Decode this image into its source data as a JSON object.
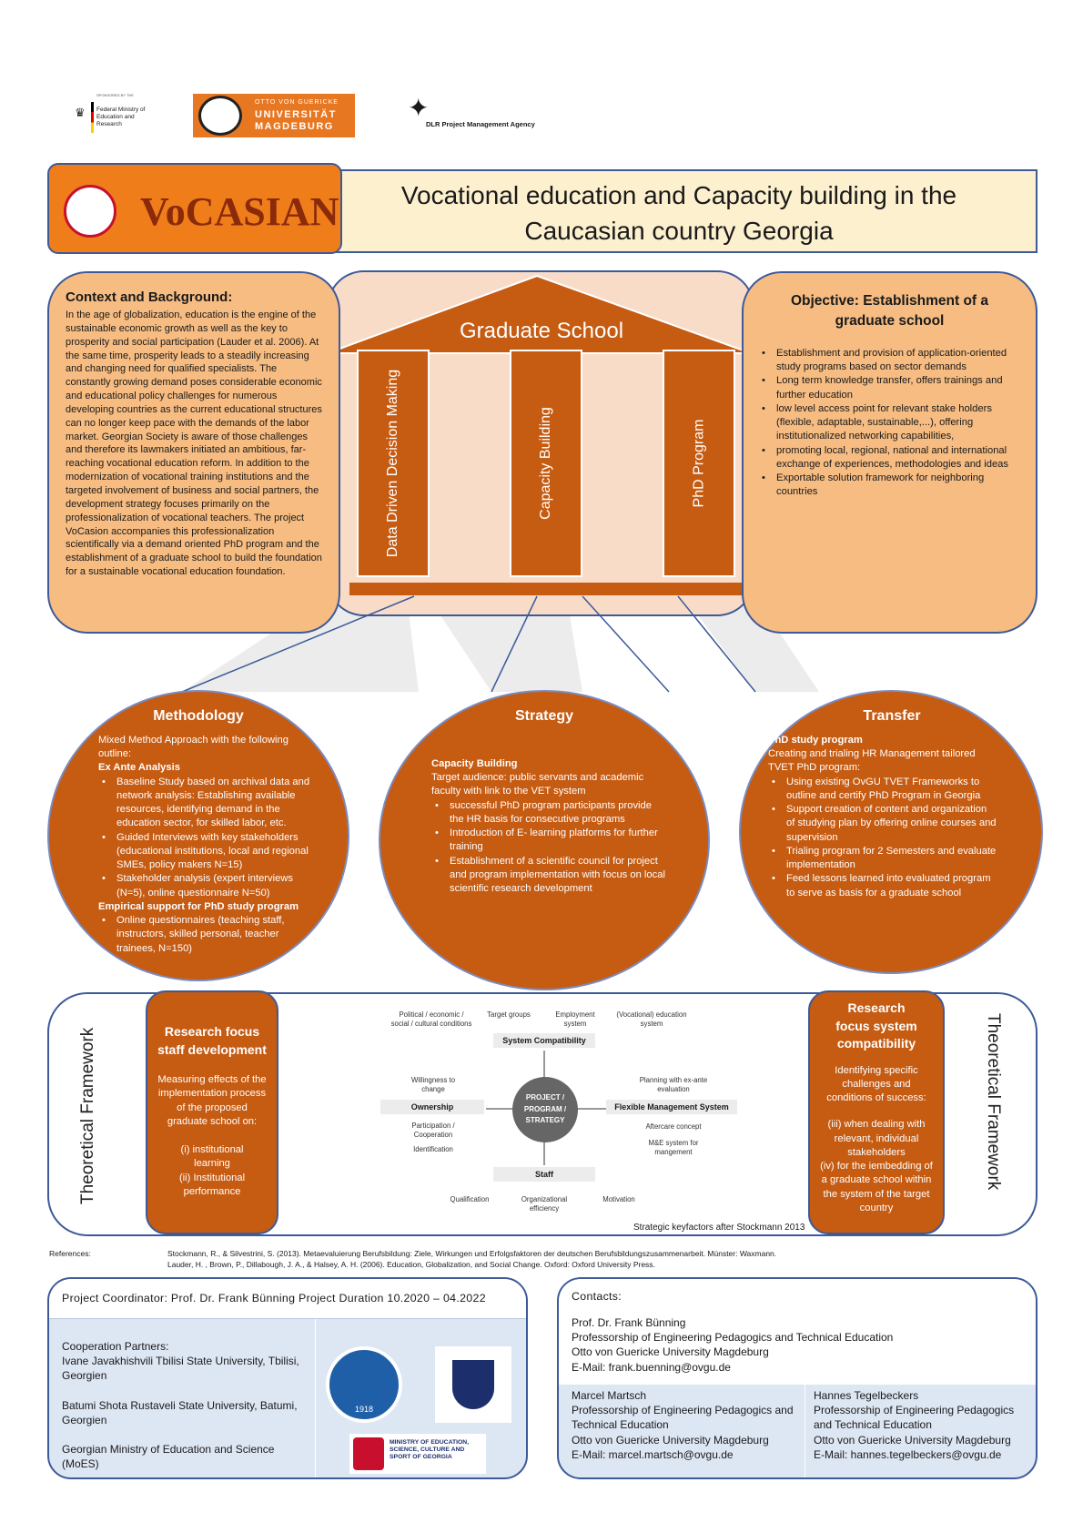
{
  "header": {
    "sponsor_small": "SPONSORED BY THE",
    "ministry": "Federal Ministry of Education and Research",
    "ovgu_top": "OTTO VON GUERICKE",
    "ovgu_main1": "UNIVERSITÄT",
    "ovgu_main2": "MAGDEBURG",
    "dlr": "DLR Project Management Agency"
  },
  "title": {
    "logo_text": "VoCASIAN",
    "line1": "Vocational education and Capacity building  in the",
    "line2": "Caucasian country Georgia"
  },
  "context": {
    "heading": "Context and Background:",
    "body": "In the age of globalization, education is the engine of the sustainable economic growth as well as the key to prosperity and social participation (Lauder et al. 2006). At the same time, prosperity leads to a steadily increasing and changing need for qualified specialists. The constantly growing demand poses considerable economic and educational policy challenges for numerous developing countries as the current educational structures can no longer keep pace with the demands of the labor market. Georgian Society is aware of those challenges and therefore its lawmakers initiated an ambitious, far-reaching vocational education reform. In addition to the modernization of vocational training institutions and the targeted involvement of business and social partners, the development strategy focuses primarily on the professionalization of vocational teachers. The project VoCasion accompanies this professionalization scientifically via a demand oriented PhD program and the establishment of a graduate school to build the foundation for a sustainable vocational education foundation."
  },
  "temple": {
    "roof": "Graduate School",
    "pillars": [
      "Data Driven Decision Making",
      "Capacity Building",
      "PhD Program"
    ]
  },
  "objective": {
    "heading": "Objective: Establishment of a graduate school",
    "items": [
      "Establishment and provision of application-oriented study programs based on sector demands",
      "Long term knowledge transfer, offers trainings and further education",
      " low level access point for relevant stake holders (flexible, adaptable, sustainable,...), offering institutionalized networking capabilities,",
      "promoting local, regional, national and international exchange of experiences, methodologies and ideas",
      "Exportable solution framework for neighboring countries"
    ]
  },
  "methodology": {
    "heading": "Methodology",
    "intro": "Mixed Method Approach with the following outline:",
    "sub1": "Ex Ante Analysis",
    "items1": [
      "Baseline Study based on archival data and network analysis: Establishing available resources, identifying demand in the education sector, for skilled labor, etc.",
      "Guided Interviews with key stakeholders (educational institutions, local and regional  SMEs, policy makers N=15)",
      "Stakeholder analysis (expert interviews (N=5), online questionnaire N=50)"
    ],
    "sub2": "Empirical support for PhD study program",
    "items2": [
      "Online questionnaires (teaching staff, instructors, skilled personal, teacher trainees, N=150)"
    ]
  },
  "strategy": {
    "heading": "Strategy",
    "sub": "Capacity Building",
    "intro": "Target audience: public servants and academic faculty with link to the VET system",
    "items": [
      "successful PhD program participants provide the HR basis for consecutive programs",
      "Introduction of E- learning platforms for further training",
      "Establishment of a scientific council for project and program implementation with focus on local scientific research development"
    ]
  },
  "transfer": {
    "heading": "Transfer",
    "sub": "PhD study program",
    "intro": "Creating and trialing HR Management tailored TVET PhD program:",
    "items": [
      "Using existing OvGU  TVET Frameworks to outline and certify PhD Program in Georgia",
      "Support creation of content and organization of studying plan by offering online courses and supervision",
      "Trialing program for 2 Semesters and evaluate implementation",
      "Feed lessons learned into evaluated program to serve as basis for a graduate school"
    ]
  },
  "framework": {
    "side_label": "Theoretical Framework",
    "left": {
      "heading": "Research focus staff development",
      "body": "Measuring effects of the implementation process of the proposed graduate school  on:",
      "items": [
        "(i)   institutional learning",
        "(ii)  Institutional performance"
      ]
    },
    "right": {
      "heading": "Research focus system compatibility",
      "body": "Identifying specific challenges and conditions of success:",
      "items": [
        "(iii) when dealing with relevant, individual stakeholders",
        "(iv) for the iembedding of a graduate school within the system of the target country"
      ]
    },
    "diagram": {
      "center": "PROJECT / PROGRAM / STRATEGY",
      "top": "System Compatibility",
      "left": "Ownership",
      "right": "Flexible Management System",
      "bottom": "Staff",
      "top_labels": [
        "Political / economic / social / cultural conditions",
        "Target groups",
        "Employment system",
        "(Vocational) education system"
      ],
      "left_labels": [
        "Willingness to change",
        "Participation / Cooperation",
        "Identification"
      ],
      "right_labels": [
        "Planning with ex-ante evaluation",
        "Aftercare concept",
        "M&E system for mangement"
      ],
      "bottom_labels": [
        "Qualification",
        "Organizational efficiency",
        "Motivation"
      ],
      "caption": "Strategic keyfactors after Stockmann 2013"
    }
  },
  "references": {
    "label": "References:",
    "ref1": "Stockmann, R., & Silvestrini, S. (2013). Metaevaluierung Berufsbildung: Ziele, Wirkungen und Erfolgsfaktoren der deutschen Berufsbildungszusammenarbeit. Münster: Waxmann.",
    "ref2": "Lauder, H. , Brown, P., Dillabough, J. A., & Halsey, A. H. (2006). Education, Globalization, and Social Change. Oxford: Oxford University Press."
  },
  "coordinator": {
    "heading": "Project Coordinator: Prof. Dr. Frank Bünning Project Duration 10.2020 – 04.2022",
    "partners_label": "Cooperation Partners:",
    "partners": [
      "Ivane Javakhishvili Tbilisi State University, Tbilisi, Georgien",
      "Batumi Shota Rustaveli State University, Batumi, Georgien",
      "Georgian Ministry of  Education and Science (MoES)"
    ],
    "seal_year": "1918",
    "ministry_logo": "MINISTRY OF EDUCATION, SCIENCE, CULTURE AND SPORT OF GEORGIA"
  },
  "contacts": {
    "heading": "Contacts:",
    "main": [
      "Prof. Dr. Frank Bünning",
      "Professorship of Engineering Pedagogics and Technical Education",
      "Otto von Guericke University Magdeburg",
      "E-Mail: frank.buenning@ovgu.de"
    ],
    "left": [
      "Marcel Martsch",
      "Professorship of Engineering Pedagogics and Technical Education",
      "Otto von Guericke University Magdeburg",
      "E-Mail: marcel.martsch@ovgu.de"
    ],
    "right": [
      "Hannes Tegelbeckers",
      "Professorship of Engineering Pedagogics and Technical Education",
      "Otto von Guericke University Magdeburg",
      "E-Mail: hannes.tegelbeckers@ovgu.de"
    ]
  },
  "colors": {
    "orange": "#c65b12",
    "light_orange": "#f6bc82",
    "cream": "#fdf0cf",
    "blue_border": "#3d5a99",
    "light_blue": "#dde6f3"
  }
}
